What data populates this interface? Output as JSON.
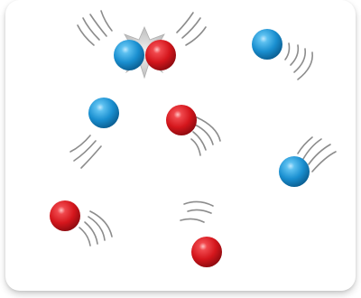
{
  "diagram": {
    "particles": [
      {
        "kind": "blue",
        "icon": "blue-particle-icon"
      },
      {
        "kind": "red",
        "icon": "red-particle-icon"
      },
      {
        "kind": "blue",
        "icon": "blue-particle-icon"
      },
      {
        "kind": "blue",
        "icon": "blue-particle-icon"
      },
      {
        "kind": "red",
        "icon": "red-particle-icon"
      },
      {
        "kind": "blue",
        "icon": "blue-particle-icon"
      },
      {
        "kind": "red",
        "icon": "red-particle-icon"
      },
      {
        "kind": "red",
        "icon": "red-particle-icon"
      }
    ],
    "collision_flash_icon": "collision-star-icon",
    "motion_lines_icon": "motion-lines-icon",
    "colors": {
      "blue": "#1a8fd0",
      "blue_dark": "#0b5f93",
      "blue_light": "#8fd3f7",
      "red": "#d4161c",
      "red_dark": "#8e0b10",
      "red_light": "#f7a0a0",
      "motion_lines": "#8c8c8c",
      "flash": "#c8c8c8",
      "panel": "#ffffff"
    }
  }
}
